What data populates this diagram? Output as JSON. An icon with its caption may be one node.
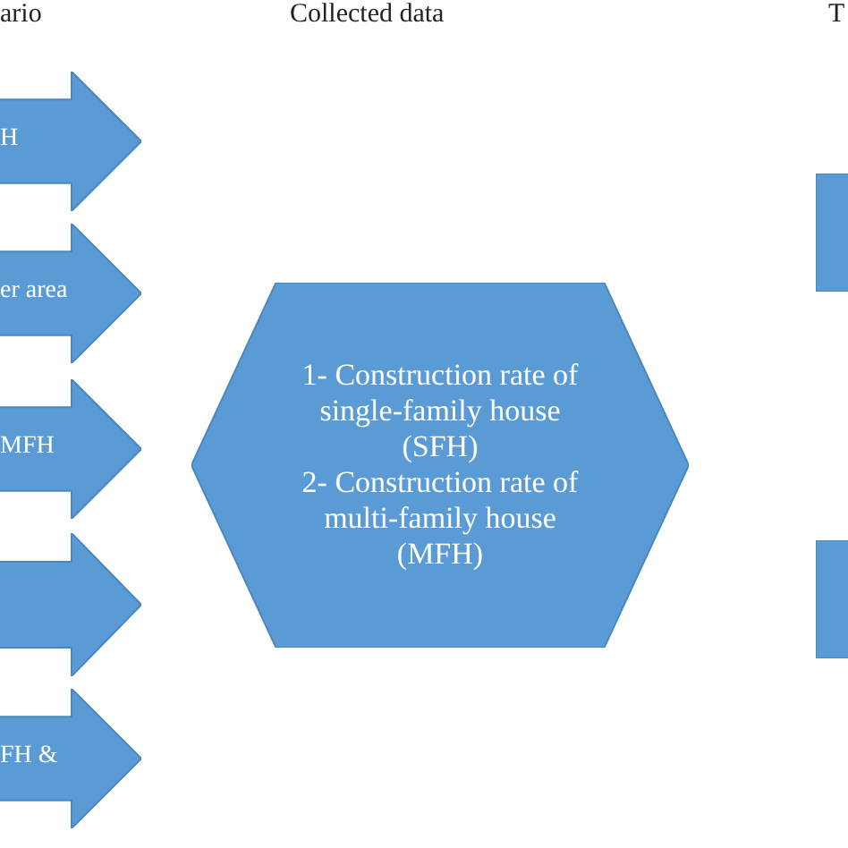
{
  "diagram": {
    "nodes": [
      {
        "text": [
          "H"
        ]
      },
      {
        "text": [
          "er area"
        ]
      },
      {
        "text": [
          "MFH"
        ]
      },
      {
        "text": [],
        "shape": "arrow"
      },
      {
        "text": [
          "FH &"
        ]
      },
      {
        "text": [
          "1- Construction rate of single-family house (SFH)",
          "2- Construction rate of multi-family house (MFH)"
        ]
      },
      {
        "text": [],
        "shape": "box"
      },
      {
        "text": [],
        "shape": "box"
      }
    ],
    "labels": [
      "ario",
      "Collected data",
      "T"
    ]
  }
}
